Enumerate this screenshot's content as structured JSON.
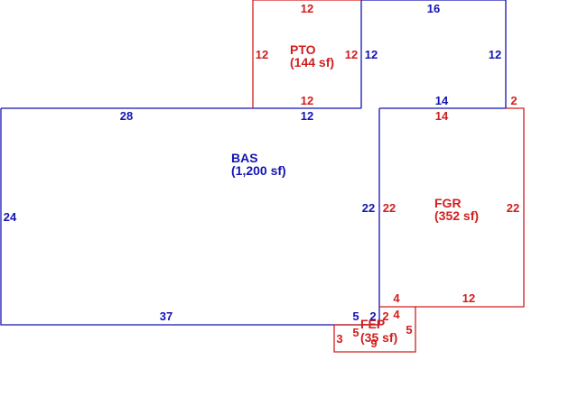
{
  "colors": {
    "blue": "#1414b4",
    "red": "#d21e1e"
  },
  "areas": {
    "bas": {
      "code": "BAS",
      "size": "(1,200 sf)",
      "color": "#1414b4"
    },
    "pto": {
      "code": "PTO",
      "size": "(144 sf)",
      "color": "#d21e1e"
    },
    "fgr": {
      "code": "FGR",
      "size": "(352 sf)",
      "color": "#d21e1e"
    },
    "fep": {
      "code": "FEP",
      "size": "(35 sf)",
      "color": "#d21e1e"
    }
  },
  "dimensions": {
    "pto_top": "12",
    "pto_left": "12",
    "pto_right": "12",
    "pto_bottom": "12",
    "upper_top": "16",
    "upper_left": "12",
    "upper_right": "12",
    "bas_top_left": "28",
    "bas_top_mid": "12",
    "upper_bottom": "14",
    "fgr_corner": "2",
    "fgr_top": "14",
    "bas_left": "24",
    "bas_right": "22",
    "fgr_left": "22",
    "fgr_right": "22",
    "fgr_bottom_left": "4",
    "fgr_bottom_right": "12",
    "bas_bottom": "37",
    "bas_bottom_5": "5",
    "bas_bottom_2": "2",
    "fep_2": "2",
    "fep_4": "4",
    "fep_left_5": "5",
    "fep_right_5": "5",
    "fep_left": "3",
    "fep_bottom": "9"
  }
}
